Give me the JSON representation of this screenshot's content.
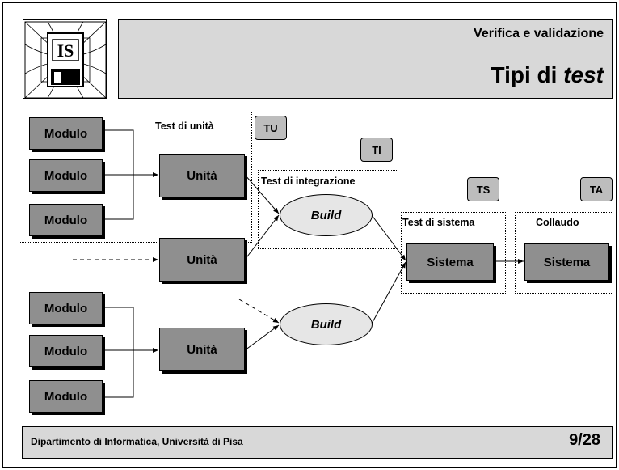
{
  "header": {
    "subtitle": "Verifica e validazione",
    "title_plain": "Tipi di",
    "title_italic": "test"
  },
  "logo": {
    "text": "IS"
  },
  "labels": {
    "modulo": "Modulo",
    "unita": "Unità",
    "build": "Build",
    "sistema": "Sistema"
  },
  "groups": {
    "test_unita": "Test di unità",
    "test_integrazione": "Test di integrazione",
    "test_sistema": "Test di sistema",
    "collaudo": "Collaudo"
  },
  "tags": {
    "tu": "TU",
    "ti": "TI",
    "ts": "TS",
    "ta": "TA"
  },
  "footer": {
    "affiliation": "Dipartimento di Informatica, Università di Pisa",
    "page": "9/28"
  }
}
